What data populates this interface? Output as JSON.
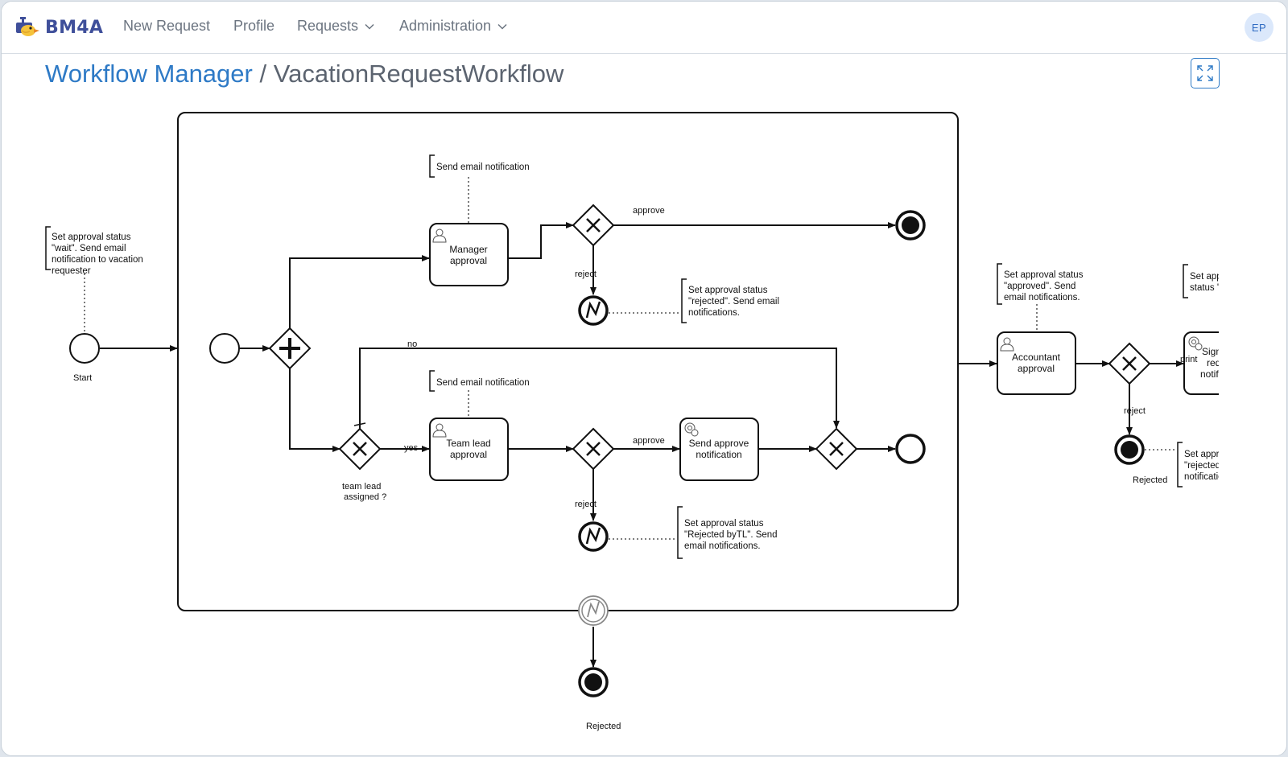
{
  "brand": {
    "name": "BM4A"
  },
  "nav": {
    "new_request": "New Request",
    "profile": "Profile",
    "requests": "Requests",
    "administration": "Administration"
  },
  "user": {
    "initials": "EP"
  },
  "page": {
    "breadcrumb_root": "Workflow Manager",
    "separator": "/",
    "workflow_name": "VacationRequestWorkflow"
  },
  "diagram": {
    "start_label": "Start",
    "start_annotation": [
      "Set approval status",
      "\"wait\". Send email",
      "notification to vacation",
      "requester"
    ],
    "manager_task": [
      "Manager",
      "approval"
    ],
    "manager_email_annotation": [
      "Send email notification"
    ],
    "approve_label_1": "approve",
    "reject_label_1": "reject",
    "manager_reject_annotation": [
      "Set approval status",
      "\"rejected\". Send email",
      "notifications."
    ],
    "no_label": "no",
    "yes_label": "yes",
    "team_lead_gateway_label": [
      "team lead",
      "assigned ?"
    ],
    "teamlead_email_annotation": [
      "Send email notification"
    ],
    "teamlead_task": [
      "Team lead",
      "approval"
    ],
    "approve_label_2": "approve",
    "reject_label_2": "reject",
    "send_approve_task": [
      "Send approve",
      "notification"
    ],
    "tl_reject_annotation": [
      "Set approval status",
      "\"Rejected byTL\". Send",
      "email notifications."
    ],
    "subprocess_rejected_label": "Rejected",
    "accountant_annotation": [
      "Set approval status",
      "\"approved\". Send",
      "email notifications."
    ],
    "accountant_task": [
      "Accountant",
      "approval"
    ],
    "print_label": "print",
    "reject_label_3": "reject",
    "accountant_rejected_label": "Rejected",
    "sign_task": [
      "Sign",
      "req",
      "notifi"
    ],
    "right_annotation_top": [
      "Set app",
      "status '"
    ],
    "right_annotation_bottom": [
      "Set appro",
      "\"rejected\"",
      "notificatio"
    ]
  },
  "colors": {
    "brand": "#3f4f9a",
    "link": "#2e7ac6",
    "avatar_bg": "#dbe8fb"
  }
}
